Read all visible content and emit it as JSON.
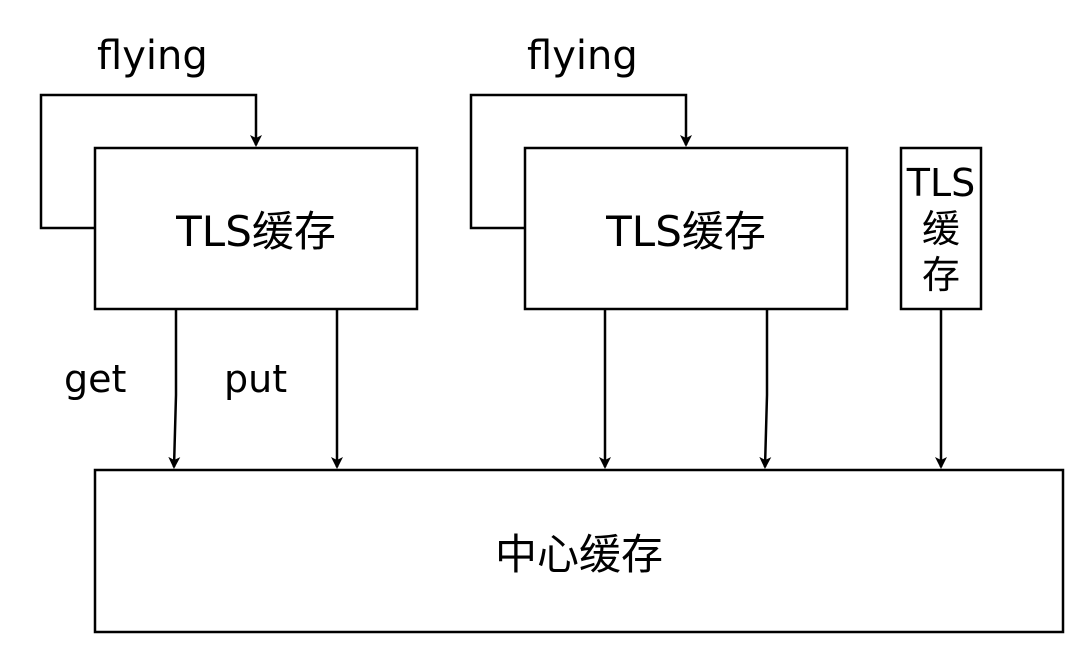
{
  "loop_labels": [
    "flying",
    "flying"
  ],
  "edge_labels": {
    "get": "get",
    "put": "put"
  },
  "tls_boxes": [
    "TLS缓存",
    "TLS缓存"
  ],
  "tls_narrow": {
    "line1": "TLS",
    "line2": "缓",
    "line3": "存"
  },
  "central_box": "中心缓存",
  "colors": {
    "stroke": "#000000",
    "background": "#ffffff"
  }
}
